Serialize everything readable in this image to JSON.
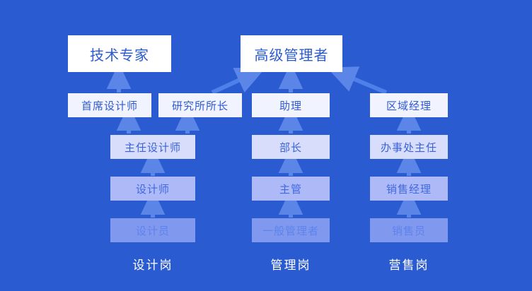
{
  "diagram": {
    "title_visible": false,
    "background_color": "#2B5BD0",
    "arrow_color": "#5C85E8",
    "columns": [
      {
        "id": "design",
        "label": "设计岗"
      },
      {
        "id": "management",
        "label": "管理岗"
      },
      {
        "id": "sales",
        "label": "营售岗"
      }
    ],
    "nodes": {
      "tech_expert": "技术专家",
      "senior_manager": "高级管理者",
      "chief_designer": "首席设计师",
      "institute_head": "研究所所长",
      "assistant": "助理",
      "regional_manager": "区域经理",
      "lead_designer": "主任设计师",
      "department_head": "部长",
      "office_director": "办事处主任",
      "designer": "设计师",
      "supervisor": "主管",
      "sales_manager": "销售经理",
      "junior_designer": "设计员",
      "general_manager": "一般管理者",
      "salesperson": "销售员"
    },
    "level_colors": {
      "level_1": "#FFFFFF",
      "level_2": "#F1F3FE",
      "level_3": "#D7DDFB",
      "level_4": "#AEB9F8",
      "level_5": "#8098EE"
    }
  }
}
